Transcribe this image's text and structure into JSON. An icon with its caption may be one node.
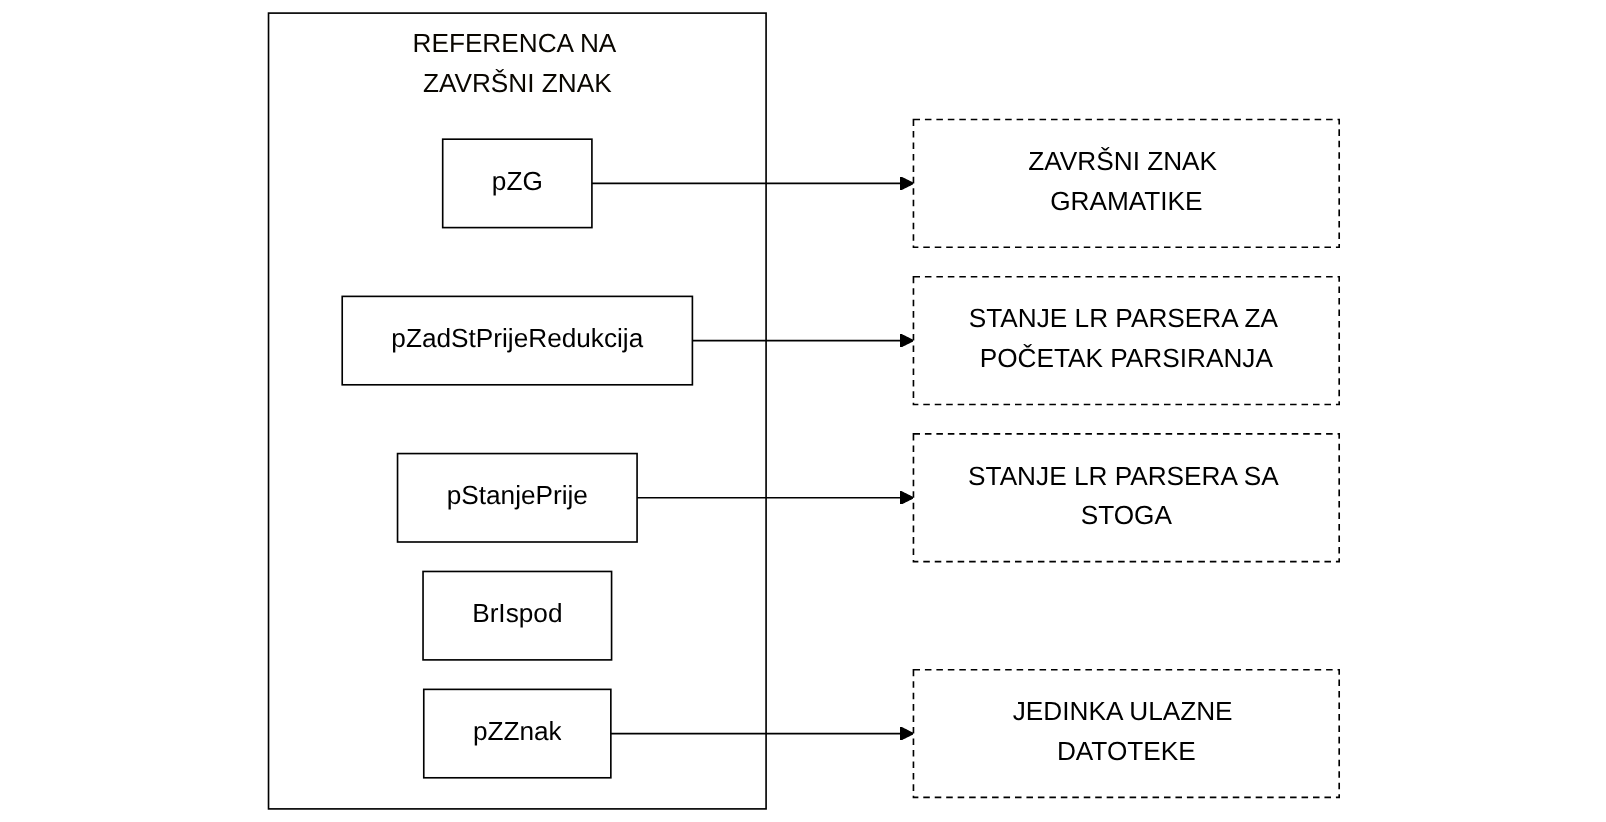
{
  "diagram": {
    "nodes": [
      {
        "text": [
          "REFERENCA NA ZAVRŠNI ZNAK"
        ]
      },
      {
        "text": [
          "pZG"
        ],
        "in": 0
      },
      {
        "text": [
          "pZadStPrijeRedukcija"
        ],
        "in": 0
      },
      {
        "text": [
          "pStanjePrije"
        ],
        "in": 0
      },
      {
        "text": [
          "BrIspod"
        ],
        "in": 0
      },
      {
        "text": [
          "pZZnak"
        ],
        "in": 0
      },
      {
        "text": [
          "ZAVRŠNI ZNAK GRAMATIKE"
        ]
      },
      {
        "text": [
          "STANJE LR PARSERA ZA POČETAK PARSIRANJA"
        ]
      },
      {
        "text": [
          "STANJE LR PARSERA SA STOGA"
        ]
      },
      {
        "text": [
          "JEDINKA ULAZNE DATOTEKE"
        ]
      }
    ],
    "edges": [
      {
        "from": 1,
        "to": 6,
        "arrow": "to"
      },
      {
        "from": 2,
        "to": 7,
        "arrow": "to"
      },
      {
        "from": 3,
        "to": 8,
        "arrow": "to"
      },
      {
        "from": 5,
        "to": 9,
        "arrow": "to"
      }
    ]
  }
}
